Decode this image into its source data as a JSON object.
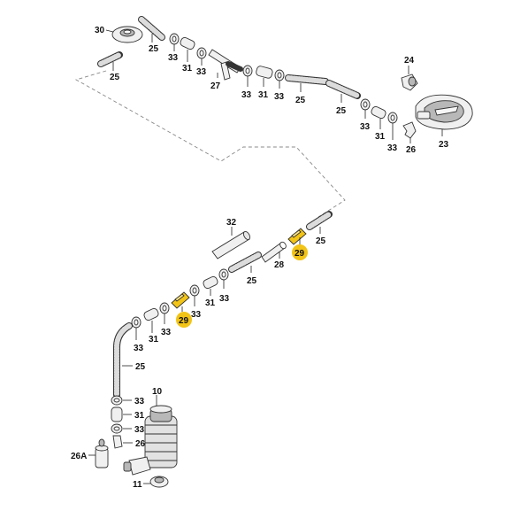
{
  "diagram": {
    "part_numbers": {
      "p10": "10",
      "p11": "11",
      "p23": "23",
      "p24": "24",
      "p25": "25",
      "p26": "26",
      "p26a": "26A",
      "p27": "27",
      "p28": "28",
      "p29": "29",
      "p30": "30",
      "p31": "31",
      "p32": "32",
      "p33": "33"
    },
    "highlight_color": "#f2c417",
    "highlighted_part": "29"
  }
}
